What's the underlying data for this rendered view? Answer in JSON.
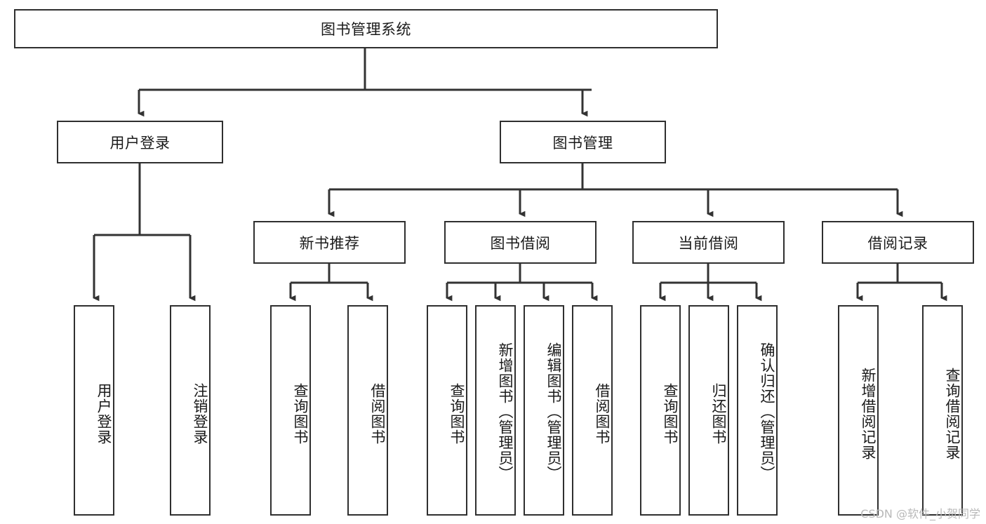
{
  "diagram": {
    "title": "图书管理系统",
    "type": "tree-hierarchy",
    "watermark": "CSDN @软件_小贺同学",
    "colors": {
      "background": "#ffffff",
      "box_border": "#2f2f2f",
      "box_fill": "#ffffff",
      "connector": "#333333",
      "text": "#1a1a1a",
      "watermark": "#b9b9b9"
    },
    "nodes": {
      "root": {
        "label": "图书管理系统"
      },
      "level2": [
        {
          "label": "用户登录"
        },
        {
          "label": "图书管理"
        }
      ],
      "level3": [
        {
          "label": "新书推荐"
        },
        {
          "label": "图书借阅"
        },
        {
          "label": "当前借阅"
        },
        {
          "label": "借阅记录"
        }
      ],
      "leaves": {
        "user_login": [
          {
            "label": "用户登录"
          },
          {
            "label": "注销登录"
          }
        ],
        "new_book_recommend": [
          {
            "label": "查询图书"
          },
          {
            "label": "借阅图书"
          }
        ],
        "book_borrow": [
          {
            "label": "查询图书"
          },
          {
            "label": "新增图书（管理员）"
          },
          {
            "label": "编辑图书（管理员）"
          },
          {
            "label": "借阅图书"
          }
        ],
        "current_borrow": [
          {
            "label": "查询图书"
          },
          {
            "label": "归还图书"
          },
          {
            "label": "确认归还（管理员）"
          }
        ],
        "borrow_record": [
          {
            "label": "新增借阅记录"
          },
          {
            "label": "查询借阅记录"
          }
        ]
      }
    }
  }
}
